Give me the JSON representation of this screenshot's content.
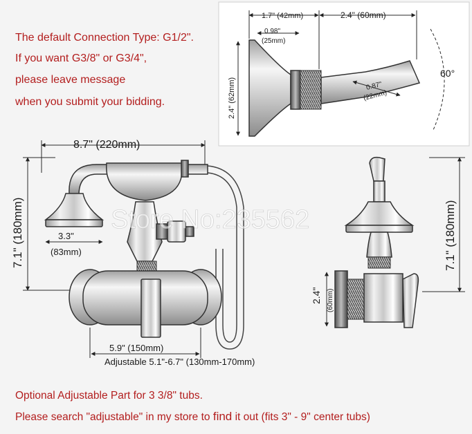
{
  "notes": {
    "line1": "The default Connection Type: G1/2\".",
    "line2": "If you want G3/8\" or G3/4\",",
    "line3": "please leave message",
    "line4": "when you submit your bidding."
  },
  "inset": {
    "dim_top_left": "1.7\" (42mm)",
    "dim_top_right": "2.4\" (60mm)",
    "dim_small_1": "0.98\"",
    "dim_small_2": "(25mm)",
    "dim_height": "2.4\" (62mm)",
    "dim_arm_1": "0.87\"",
    "dim_arm_2": "(22mm)",
    "angle": "60°"
  },
  "main": {
    "width_dim": "8.7\" (220mm)",
    "height_dim_left": "7.1\" (180mm)",
    "height_dim_right": "7.1\" (180mm)",
    "head_dim_1": "3.3\"",
    "head_dim_2": "(83mm)",
    "center_dim": "5.9\" (150mm)",
    "adjustable": "Adjustable 5.1\"-6.7\" (130mm-170mm)",
    "side_dim_1": "2.4\"",
    "side_dim_2": "(60mm)",
    "watermark": "Store No:235562"
  },
  "footer": {
    "line1": "Optional Adjustable Part for 3 3/8\" tubs.",
    "line2_a": "Please search \"adjustable\" in my store to ",
    "line2_b": "find",
    "line2_c": " it out (fits 3\" - 9\" center tubs)"
  },
  "colors": {
    "note_red": "#b31e1e",
    "background": "#f4f4f4"
  }
}
